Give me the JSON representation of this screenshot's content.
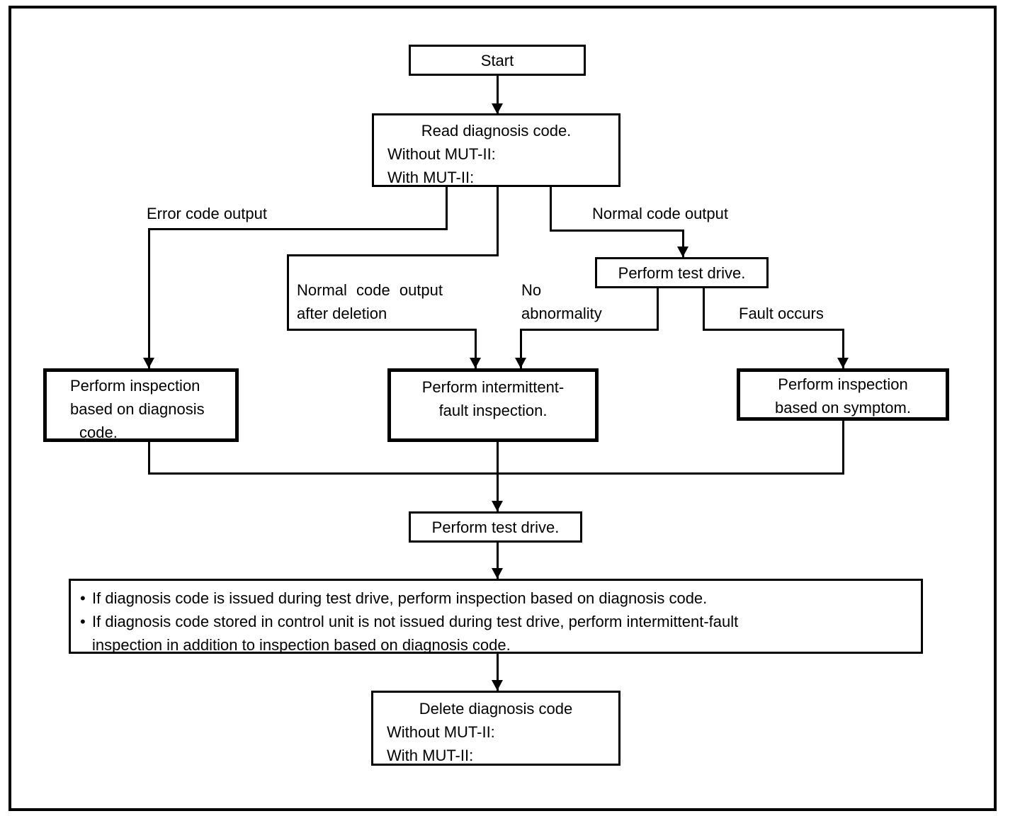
{
  "diagram": {
    "type": "flowchart",
    "colors": {
      "ink": "#000000",
      "paper": "#ffffff"
    },
    "bullet_char": "•",
    "nodes": {
      "start": {
        "label": "Start"
      },
      "read_code": {
        "lines": [
          "Read diagnosis code.",
          "Without MUT-II:",
          "With MUT-II:"
        ]
      },
      "test_drive_upper": {
        "label": "Perform test drive."
      },
      "inspection_diagnosis": {
        "lines": [
          "Perform inspection",
          "based on diagnosis",
          "code."
        ]
      },
      "intermittent_fault": {
        "lines": [
          "Perform intermittent-",
          "fault inspection."
        ]
      },
      "inspection_symptom": {
        "lines": [
          "Perform inspection",
          "based on symptom."
        ]
      },
      "test_drive_lower": {
        "label": "Perform test drive."
      },
      "note": {
        "items": [
          {
            "lines": [
              "If diagnosis code is issued during test drive, perform inspection based on diagnosis code."
            ]
          },
          {
            "lines": [
              "If diagnosis code stored in control unit is not issued during test drive, perform intermittent-fault",
              "inspection in addition to inspection based on diagnosis code."
            ]
          }
        ]
      },
      "delete_code": {
        "lines": [
          "Delete diagnosis code",
          "Without MUT-II:",
          "With MUT-II:"
        ]
      }
    },
    "edge_labels": {
      "error_code": "Error code output",
      "normal_code": "Normal code output",
      "after_deletion": {
        "lines": [
          "Normal code output",
          "after deletion"
        ]
      },
      "no_abnormality": {
        "lines": [
          "No",
          "abnormality"
        ]
      },
      "fault_occurs": "Fault occurs"
    }
  }
}
